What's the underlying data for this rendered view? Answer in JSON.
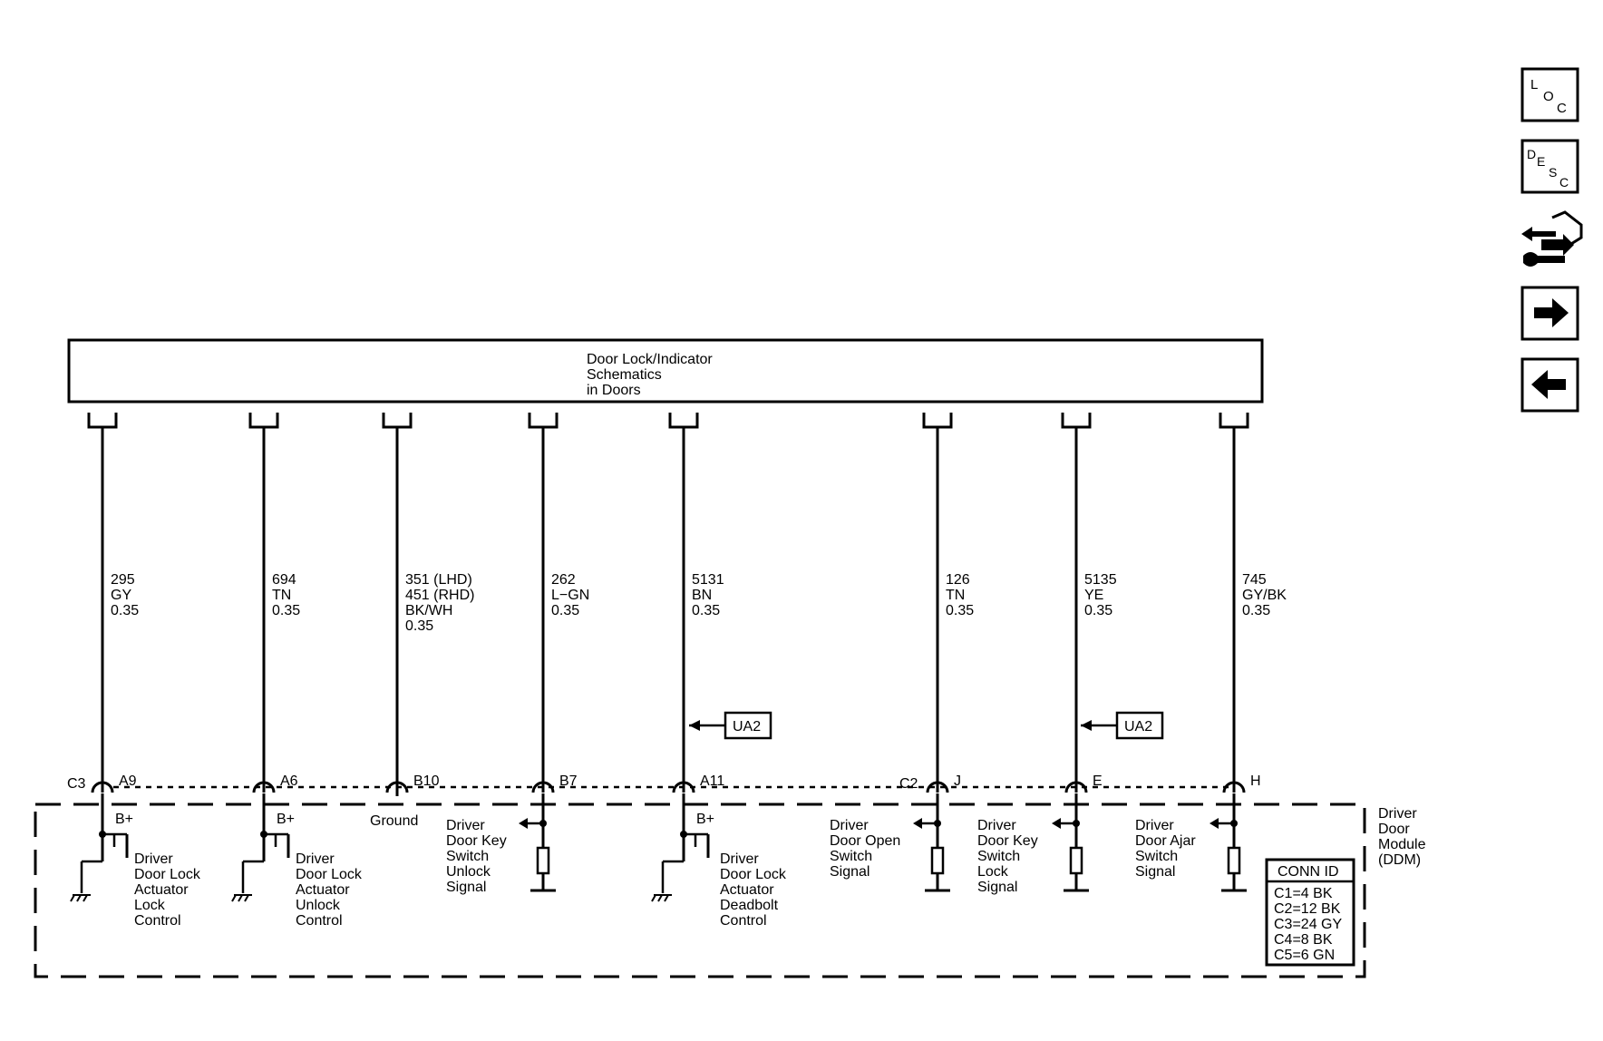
{
  "header_box": {
    "lines": [
      "Door Lock/Indicator",
      "Schematics",
      "in Doors"
    ]
  },
  "wires": [
    {
      "id": "w1",
      "lines": [
        "295",
        "GY",
        "0.35"
      ],
      "connector": "C3",
      "pin": "A9"
    },
    {
      "id": "w2",
      "lines": [
        "694",
        "TN",
        "0.35"
      ],
      "connector": "",
      "pin": "A6"
    },
    {
      "id": "w3",
      "lines": [
        "351 (LHD)",
        "451 (RHD)",
        "BK/WH",
        "0.35"
      ],
      "connector": "",
      "pin": "B10"
    },
    {
      "id": "w4",
      "lines": [
        "262",
        "L−GN",
        "0.35"
      ],
      "connector": "",
      "pin": "B7"
    },
    {
      "id": "w5",
      "lines": [
        "5131",
        "BN",
        "0.35"
      ],
      "connector": "",
      "pin": "A11"
    },
    {
      "id": "w6",
      "lines": [
        "126",
        "TN",
        "0.35"
      ],
      "connector": "C2",
      "pin": "J"
    },
    {
      "id": "w7",
      "lines": [
        "5135",
        "YE",
        "0.35"
      ],
      "connector": "",
      "pin": "E"
    },
    {
      "id": "w8",
      "lines": [
        "745",
        "GY/BK",
        "0.35"
      ],
      "connector": "",
      "pin": "H"
    }
  ],
  "ua2_refs": [
    "UA2",
    "UA2"
  ],
  "module_circuits": {
    "b_plus_label": "B+",
    "ground_label": "Ground",
    "lock_control": [
      "Driver",
      "Door Lock",
      "Actuator",
      "Lock",
      "Control"
    ],
    "unlock_control": [
      "Driver",
      "Door Lock",
      "Actuator",
      "Unlock",
      "Control"
    ],
    "key_unlock": [
      "Driver",
      "Door Key",
      "Switch",
      "Unlock",
      "Signal"
    ],
    "deadbolt_control": [
      "Driver",
      "Door Lock",
      "Actuator",
      "Deadbolt",
      "Control"
    ],
    "open_switch": [
      "Driver",
      "Door Open",
      "Switch",
      "Signal"
    ],
    "key_lock": [
      "Driver",
      "Door Key",
      "Switch",
      "Lock",
      "Signal"
    ],
    "ajar_switch": [
      "Driver",
      "Door Ajar",
      "Switch",
      "Signal"
    ]
  },
  "module_label": [
    "Driver",
    "Door",
    "Module",
    "(DDM)"
  ],
  "conn_id": {
    "title": "CONN ID",
    "rows": [
      "C1=4 BK",
      "C2=12 BK",
      "C3=24 GY",
      "C4=8 BK",
      "C5=6 GN"
    ]
  },
  "nav": {
    "loc_letters": [
      "L",
      "O",
      "C"
    ],
    "desc_letters": [
      "D",
      "E",
      "S",
      "C"
    ],
    "icons": [
      "loc-icon",
      "desc-icon",
      "connector-wrench-icon",
      "arrow-right-icon",
      "arrow-left-icon"
    ]
  }
}
